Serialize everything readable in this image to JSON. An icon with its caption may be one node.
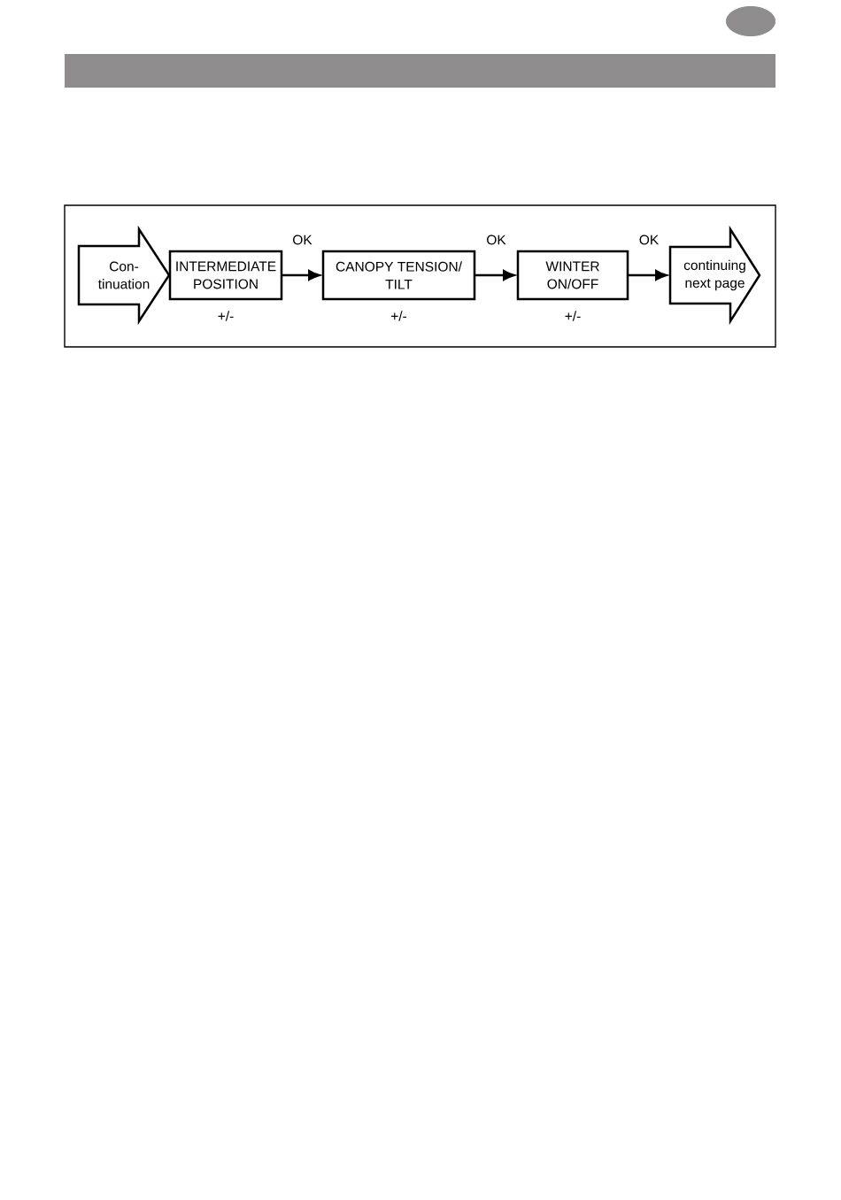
{
  "diagram": {
    "nodes": [
      {
        "text": [
          "Con- tinuation"
        ]
      },
      {
        "text": [
          "INTERMEDIATE POSITION"
        ],
        "beside": [
          "+/-"
        ]
      },
      {
        "text": [
          "CANOPY TENSION/ TILT"
        ],
        "beside": [
          "+/-"
        ]
      },
      {
        "text": [
          "WINTER ON/OFF"
        ],
        "beside": [
          "+/-"
        ]
      },
      {
        "text": [
          "continuing next page"
        ]
      }
    ],
    "edges": [
      {
        "from": 1,
        "to": 2,
        "arrow": "to",
        "label": "OK"
      },
      {
        "from": 2,
        "to": 3,
        "arrow": "to",
        "label": "OK"
      },
      {
        "from": 3,
        "to": 4,
        "arrow": "to",
        "label": "OK"
      }
    ]
  }
}
